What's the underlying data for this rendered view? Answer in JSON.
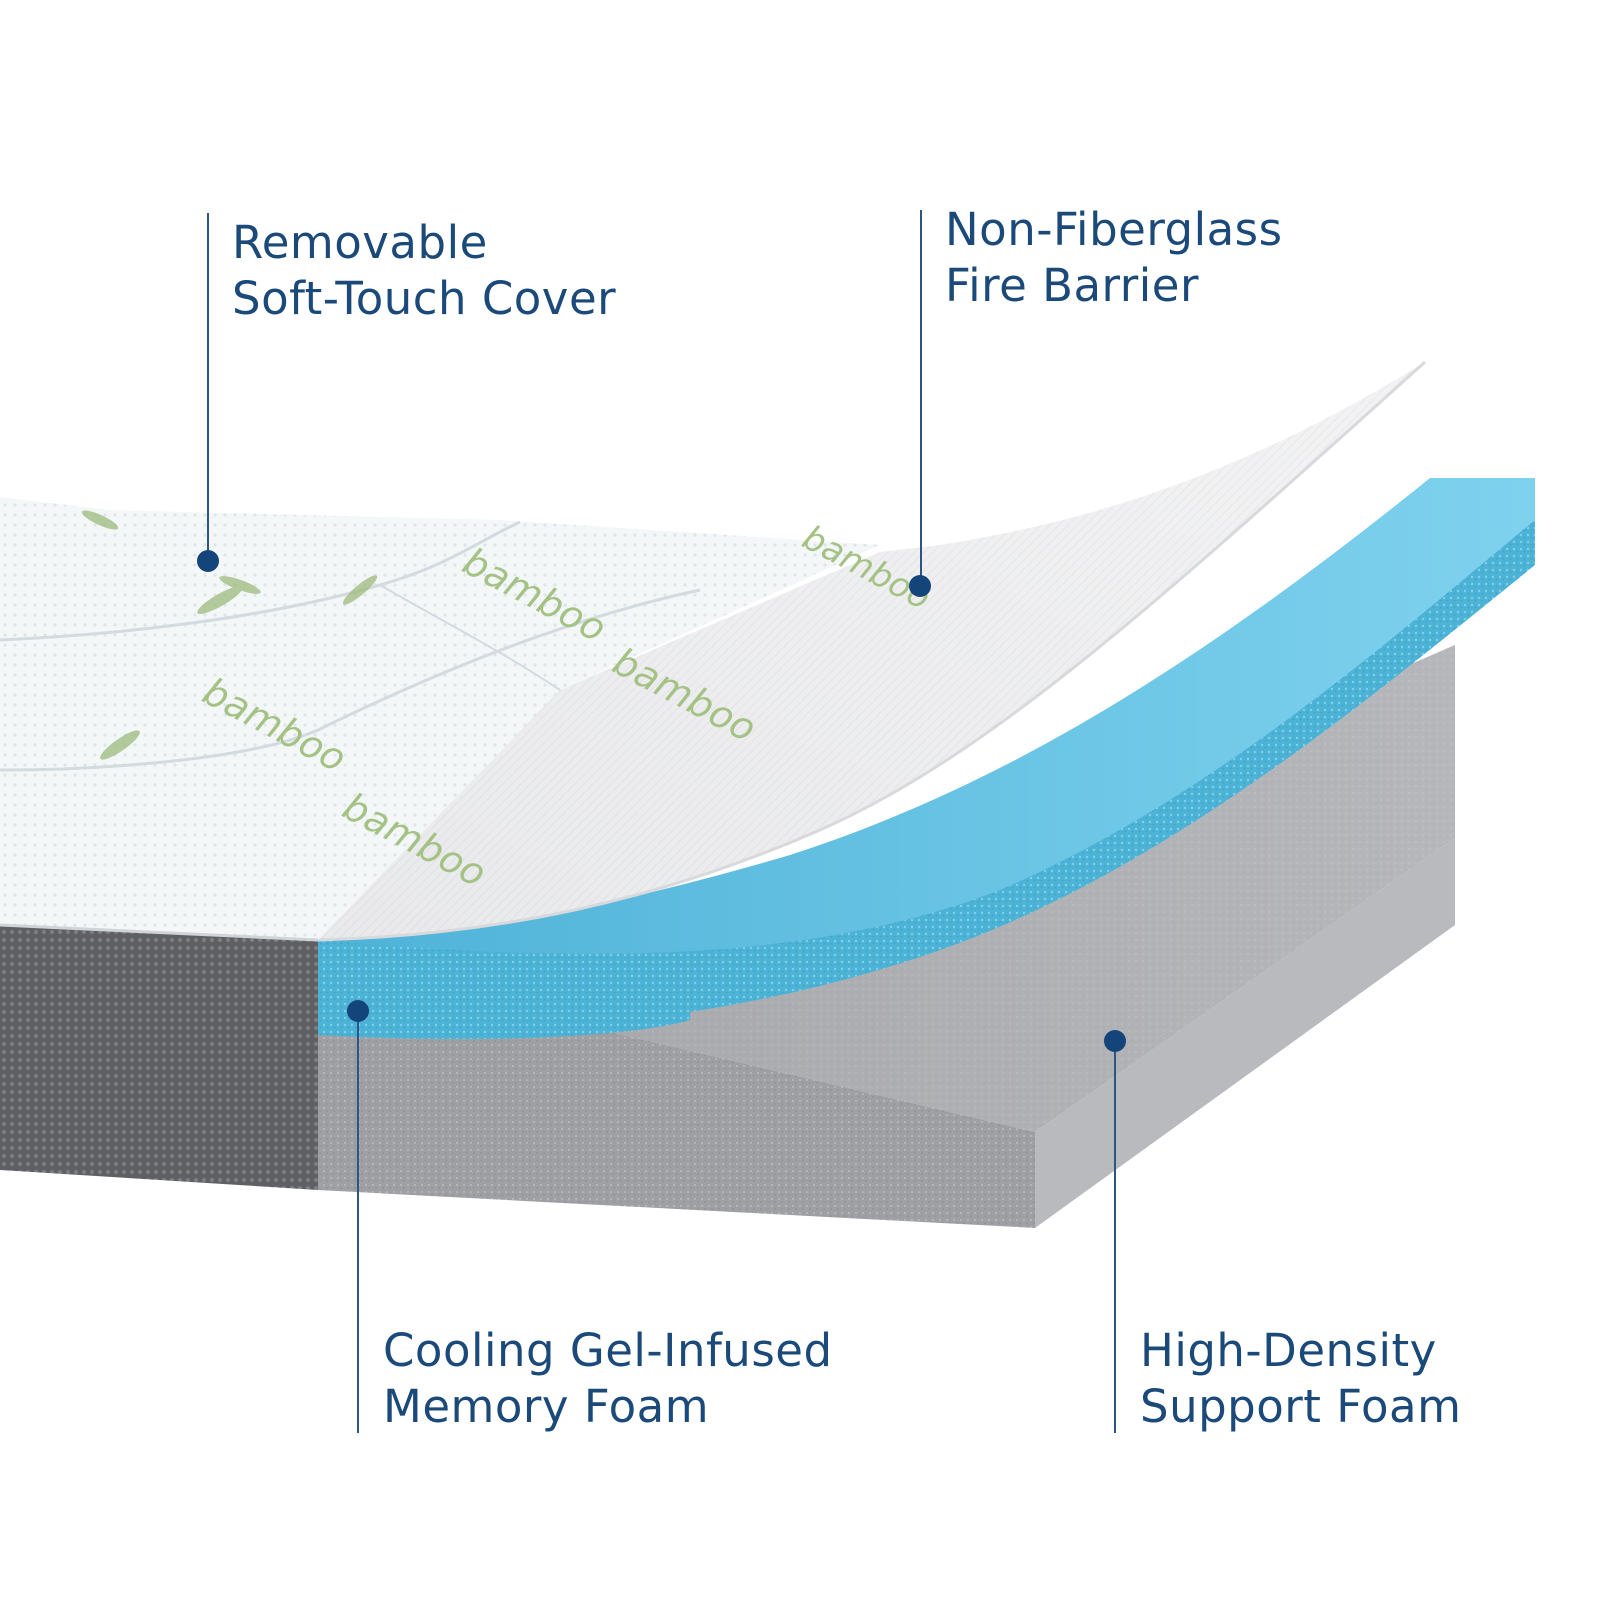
{
  "callouts": {
    "cover": {
      "line1": "Removable",
      "line2": "Soft-Touch Cover"
    },
    "barrier": {
      "line1": "Non-Fiberglass",
      "line2": "Fire Barrier"
    },
    "memory_foam": {
      "line1": "Cooling Gel-Infused",
      "line2": "Memory Foam"
    },
    "support_foam": {
      "line1": "High-Density",
      "line2": "Support Foam"
    }
  },
  "cover_print": {
    "word": "bamboo"
  },
  "colors": {
    "label_text": "#1b4a7a",
    "marker": "#14457a",
    "cover": "#f3f6f7",
    "fire_barrier": "#e9eaec",
    "memory_foam": "#5cbfdc",
    "support_foam": "#a9aaac",
    "side_mesh": "#6b6b70"
  }
}
